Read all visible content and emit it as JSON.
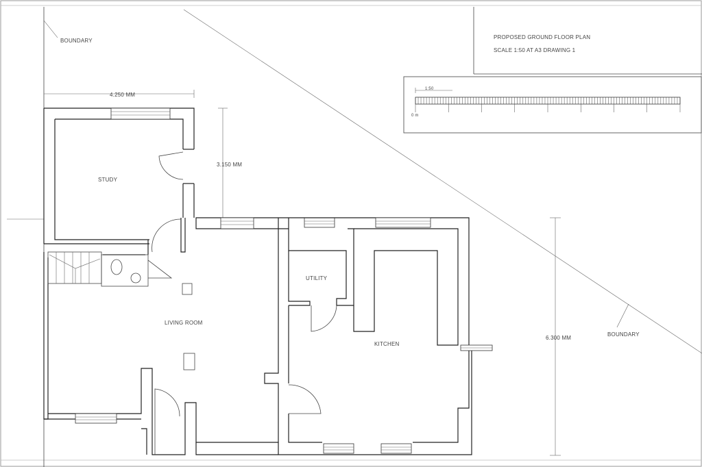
{
  "title_block": {
    "title": "PROPOSED GROUND FLOOR PLAN",
    "scale": "SCALE 1:50 AT A3 DRAWING 1"
  },
  "scale_bar": {
    "top_label": "1:50",
    "start_label": "0 m"
  },
  "dimensions": {
    "study_width": "4.250 MM",
    "study_depth": "3.150 MM",
    "kitchen_depth": "6.300 MM"
  },
  "boundary": {
    "top_left": "BOUNDARY",
    "right": "BOUNDARY"
  },
  "rooms": {
    "study": "STUDY",
    "utility": "UTILITY",
    "living_room": "LIVING ROOM",
    "kitchen": "KITCHEN"
  }
}
